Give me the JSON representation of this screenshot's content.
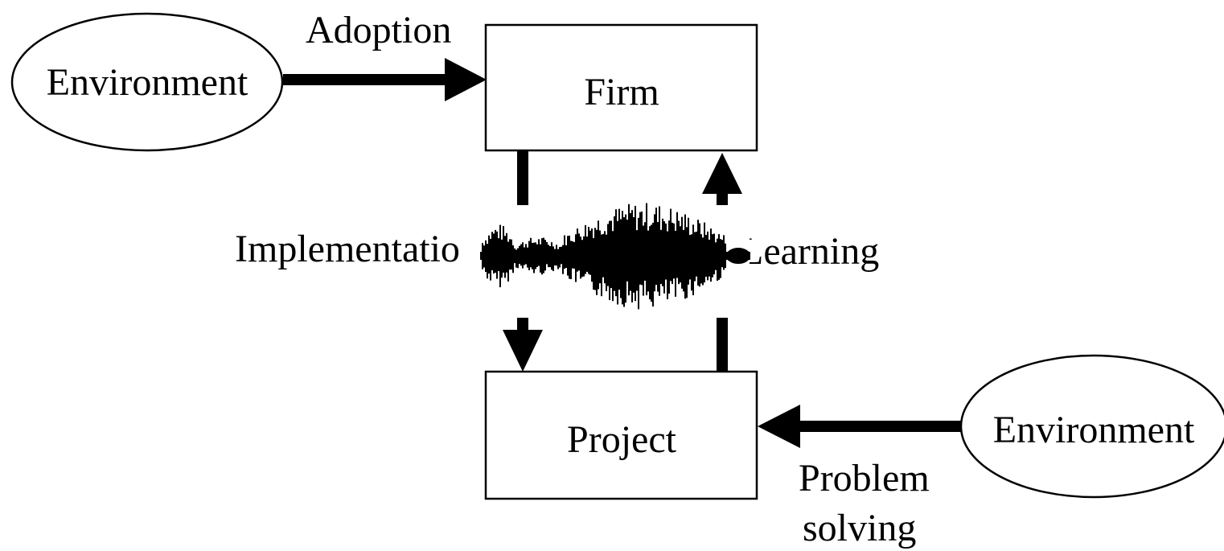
{
  "nodes": {
    "environment_left": "Environment",
    "firm": "Firm",
    "project": "Project",
    "environment_right": "Environment"
  },
  "edges": {
    "adoption": "Adoption",
    "implementation": "Implementatio",
    "learning": "Learning",
    "problem_solving_line1": "Problem",
    "problem_solving_line2": "solving"
  },
  "colors": {
    "stroke": "#000000",
    "background": "#ffffff"
  },
  "icons": {
    "center": "audio-waveform-icon"
  }
}
